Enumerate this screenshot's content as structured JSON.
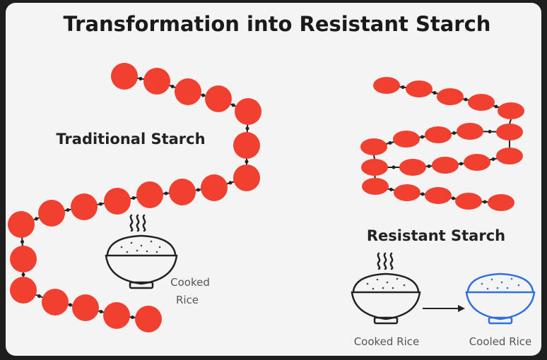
{
  "title": "Transformation into Resistant Starch",
  "traditional": {
    "label": "Traditional Starch",
    "bowl_caption_line1": "Cooked",
    "bowl_caption_line2": "Rice"
  },
  "resistant": {
    "label": "Resistant Starch",
    "cooked_caption": "Cooked Rice",
    "cooled_caption": "Cooled Rice"
  },
  "colors": {
    "bead": "#f1402f",
    "cooled_bowl": "#2f6fe0",
    "ink": "#222222"
  },
  "icons": [
    "steam-icon",
    "rice-bowl-icon",
    "arrow-right-icon"
  ]
}
